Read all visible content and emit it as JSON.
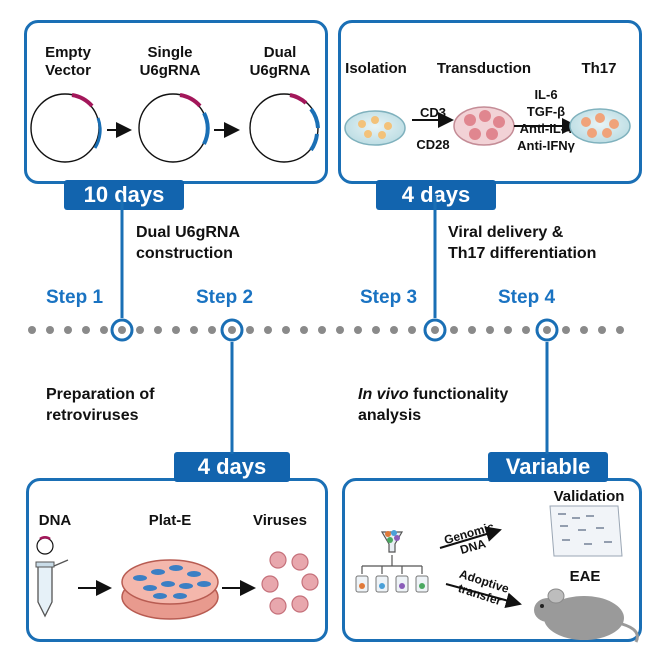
{
  "top_left": {
    "labels": [
      "Empty\nVector",
      "Single\nU6gRNA",
      "Dual\nU6gRNA"
    ],
    "duration": "10 days",
    "description": "Dual U6gRNA\nconstruction"
  },
  "top_right": {
    "isolation": "Isolation",
    "transduction": "Transduction",
    "th17": "Th17",
    "cd3": "CD3",
    "cd28": "CD28",
    "conditions": "IL-6\nTGF-β\nAnti-IL-4\nAnti-IFNγ",
    "duration": "4 days",
    "description": "Viral delivery &\nTh17 differentiation"
  },
  "steps": [
    "Step 1",
    "Step 2",
    "Step 3",
    "Step 4"
  ],
  "bottom_left": {
    "description": "Preparation of\nretroviruses",
    "duration": "4 days",
    "dna": "DNA",
    "plate": "Plat-E",
    "viruses": "Viruses"
  },
  "bottom_right": {
    "description_italic": "In vivo",
    "description_rest": " functionality\nanalysis",
    "duration": "Variable",
    "validation": "Validation",
    "genomic": "Genomic\nDNA",
    "adoptive": "Adoptive\ntransfer",
    "eae": "EAE"
  },
  "colors": {
    "accent": "#1264ae",
    "outline": "#1a6fb5",
    "magenta": "#a3175a",
    "dots": "#8a8a8a"
  }
}
